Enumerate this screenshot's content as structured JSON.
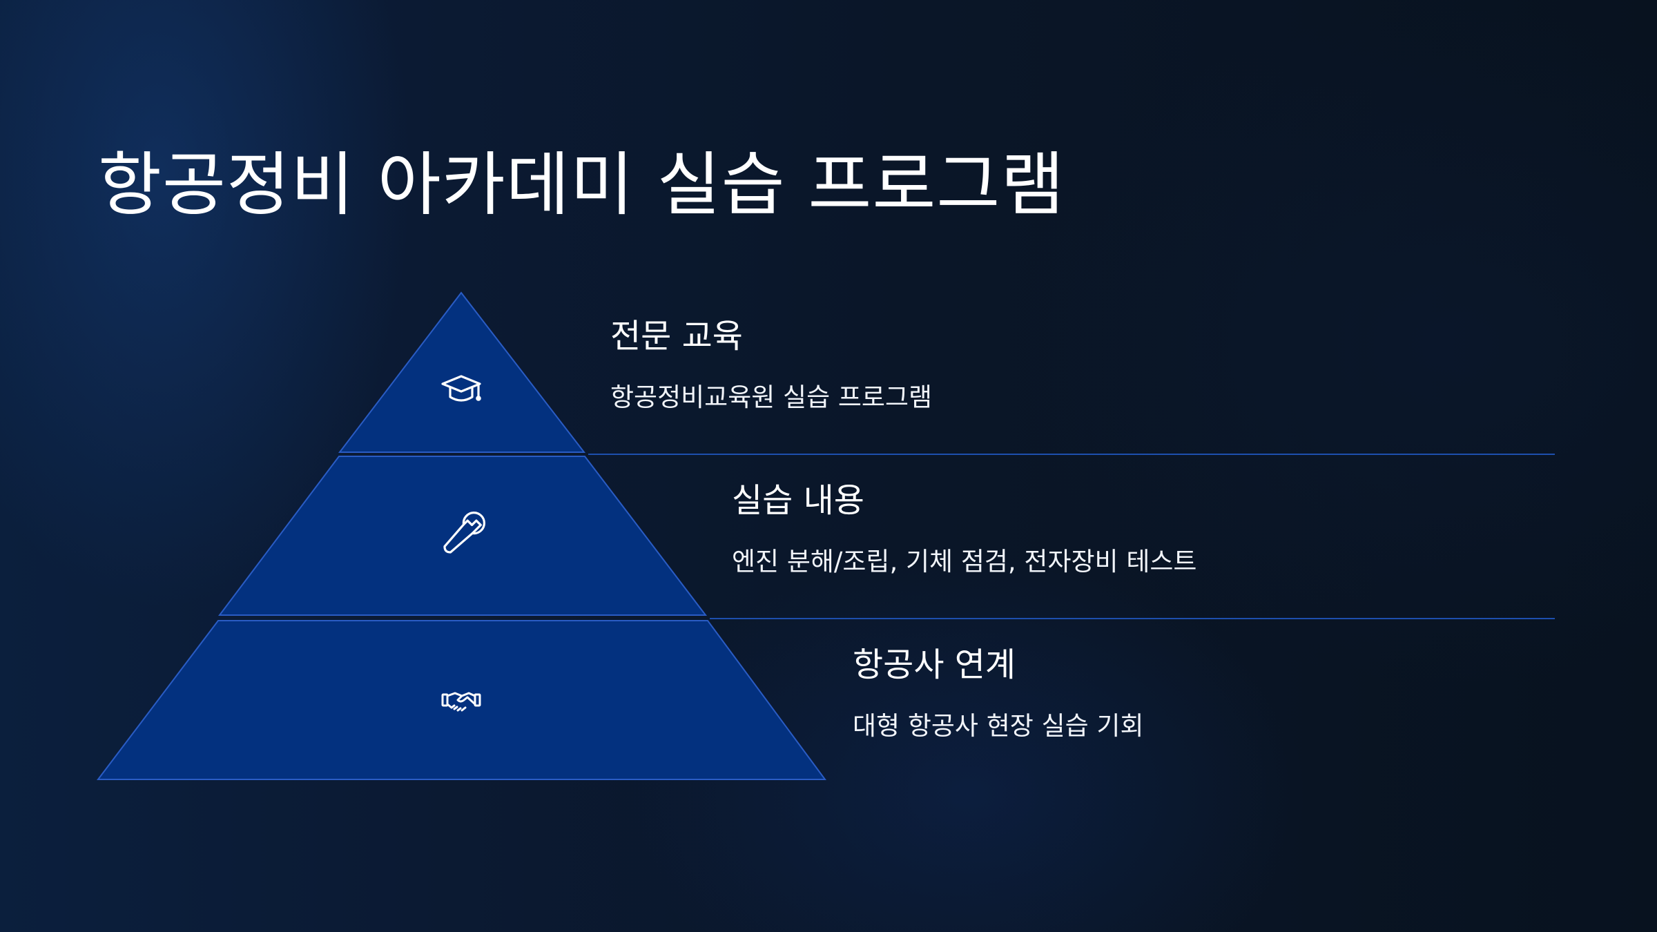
{
  "slide": {
    "title": "항공정비 아카데미 실습 프로그램"
  },
  "colors": {
    "tier_fill": "#03317f",
    "tier_stroke": "#2a5cc4",
    "divider": "#1d4fae",
    "icon": "#ffffff"
  },
  "levels": [
    {
      "icon": "graduation-cap-icon",
      "title": "전문 교육",
      "description": "항공정비교육원 실습 프로그램"
    },
    {
      "icon": "wrench-icon",
      "title": "실습 내용",
      "description": "엔진 분해/조립, 기체 점검, 전자장비 테스트"
    },
    {
      "icon": "handshake-icon",
      "title": "항공사 연계",
      "description": "대형 항공사 현장 실습 기회"
    }
  ]
}
